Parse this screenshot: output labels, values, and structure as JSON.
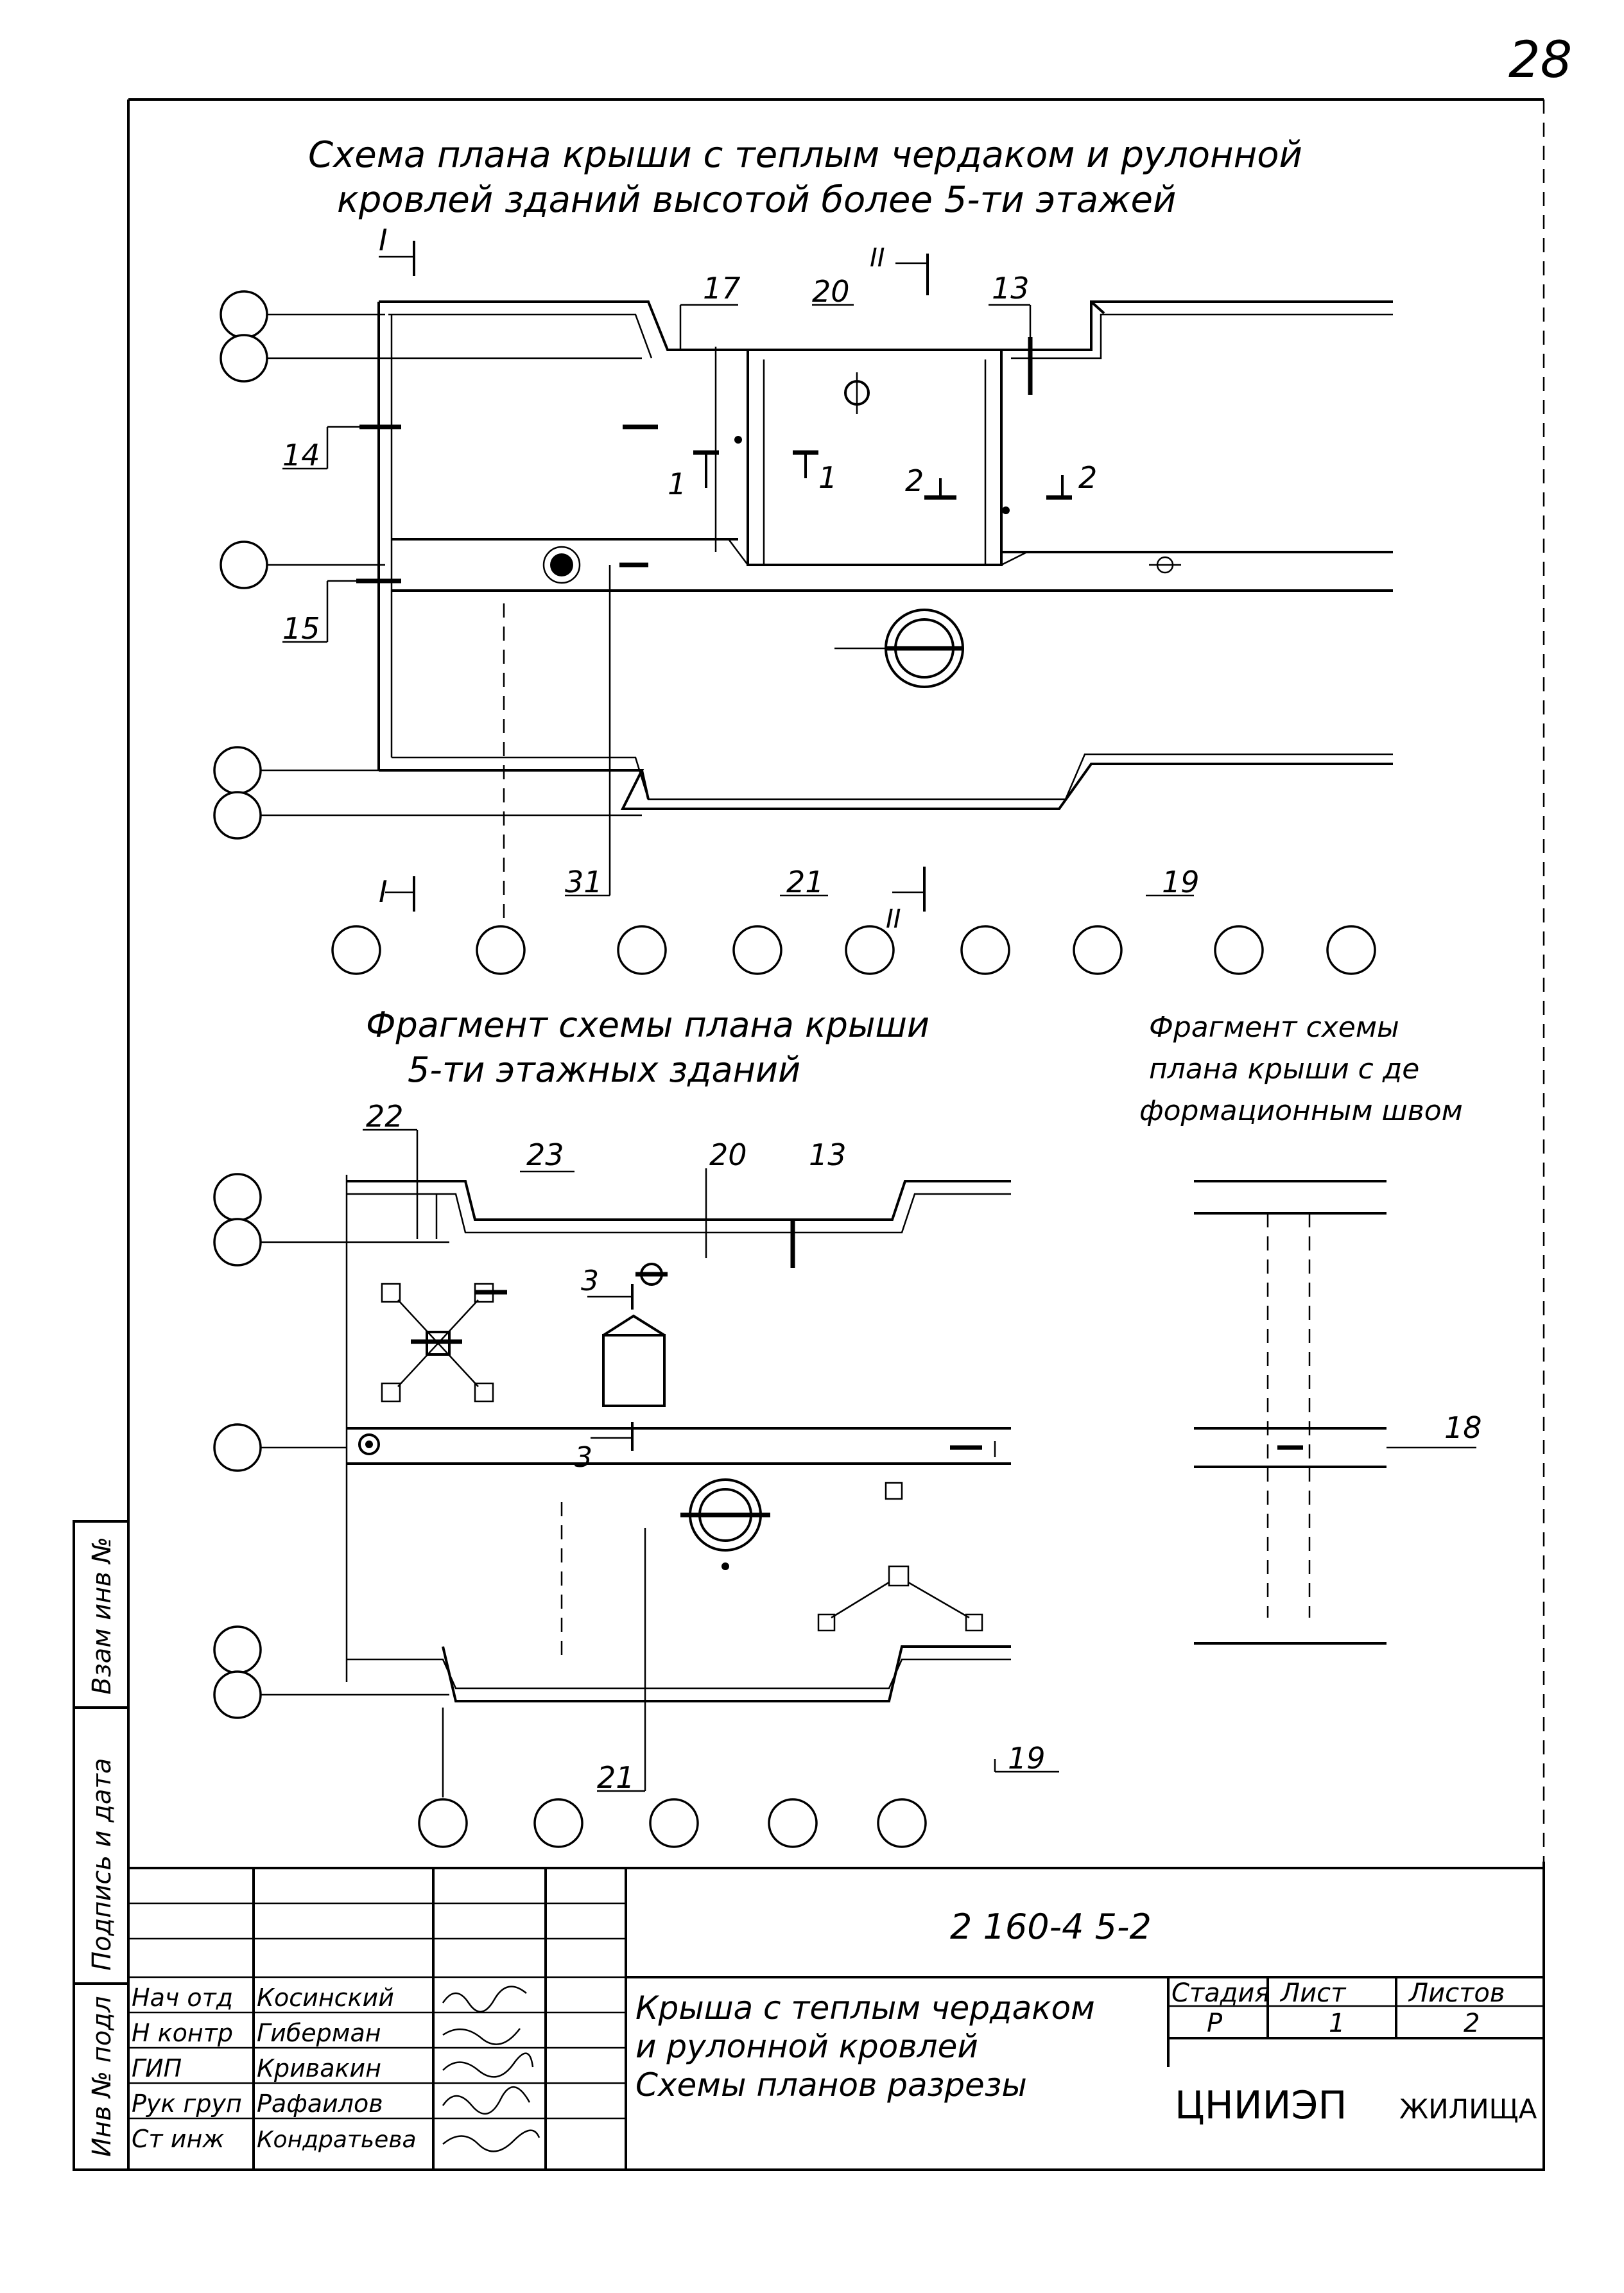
{
  "page_number": "28",
  "main_plan": {
    "title_line1": "Схема плана крыши с теплым чердаком и рулонной",
    "title_line2": "кровлей зданий высотой более 5-ти этажей",
    "labels": {
      "n17": "17",
      "n20": "20",
      "n13": "13",
      "n14": "14",
      "n15": "15",
      "n31": "31",
      "n21": "21",
      "n19": "19",
      "sec_I_top": "I",
      "sec_I_bottom": "I",
      "sec_II_top": "II",
      "sec_II_bottom": "II",
      "sec_1a": "1",
      "sec_1b": "1",
      "sec_2a": "2",
      "sec_2b": "2"
    }
  },
  "fragment_5floor": {
    "title_line1": "Фрагмент схемы плана крыши",
    "title_line2": "5-ти этажных зданий",
    "labels": {
      "n22": "22",
      "n23": "23",
      "n20": "20",
      "n13": "13",
      "n21": "21",
      "n19": "19",
      "sec_3a": "3",
      "sec_3b": "3"
    }
  },
  "fragment_joint": {
    "title_line1": "Фрагмент схемы",
    "title_line2": "плана крыши с де",
    "title_line3": "формационным швом",
    "label_18": "18"
  },
  "left_margin": {
    "cell1": "Взам инв №",
    "cell2": "Подпись и дата",
    "cell3": "Инв № подл"
  },
  "title_block": {
    "doc_code": "2 160-4 5-2",
    "roles": [
      "Нач отд",
      "Н контр",
      "ГИП",
      "Рук груп",
      "Ст инж"
    ],
    "names": [
      "Косинский",
      "Гиберман",
      "Кривакин",
      "Рафаилов",
      "Кондратьева"
    ],
    "description_line1": "Крыша с теплым чердаком",
    "description_line2": "и рулонной кровлей",
    "description_line3": "Схемы планов разрезы",
    "stage_header": "Стадия",
    "sheet_header": "Лист",
    "sheets_header": "Листов",
    "stage_value": "Р",
    "sheet_value": "1",
    "sheets_value": "2",
    "org_code": "ЦНИИЭП",
    "org_name": "ЖИЛИЩА"
  }
}
